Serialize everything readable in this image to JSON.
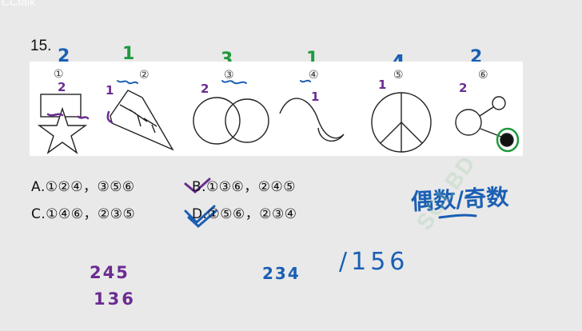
{
  "app": {
    "logo": "CCtalk"
  },
  "question": {
    "number": "15.",
    "figure_labels": [
      "①",
      "②",
      "③",
      "④",
      "⑤",
      "⑥"
    ],
    "options": [
      {
        "id": "A",
        "text": "A.①②④，③⑤⑥"
      },
      {
        "id": "B",
        "text": "B.①③⑥，②④⑤"
      },
      {
        "id": "C",
        "text": "C.①④⑥，②③⑤"
      },
      {
        "id": "D",
        "text": "D.①⑤⑥，②③④"
      }
    ]
  },
  "annotations": {
    "figure_counts": [
      "2",
      "1",
      "3",
      "1",
      "4",
      "2"
    ],
    "inner_marks": [
      "2",
      "1",
      "2",
      "1",
      "1",
      "2"
    ],
    "parity_title": "偶数/奇数",
    "group_even": "245",
    "group_odd": "136",
    "note_middle": "234",
    "note_right": "/156"
  },
  "watermark": {
    "text": "SCLBD"
  },
  "colors": {
    "blue": "#1a5fb4",
    "green": "#1e9a3c",
    "purple": "#6a2c91"
  }
}
